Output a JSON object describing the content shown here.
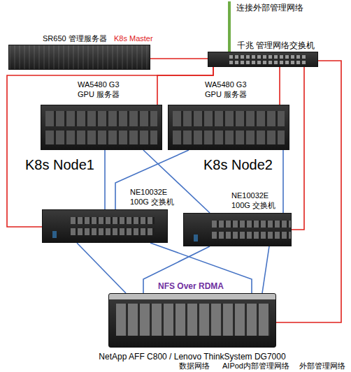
{
  "diagram": {
    "nodes": [
      {
        "text": [
          "SR650 管理服务器",
          "K8s Master"
        ]
      },
      {
        "text": [
          "千兆 管理网络交换机"
        ]
      },
      {
        "text": [
          "WA5480 G3 GPU 服务器",
          "K8s Node1"
        ]
      },
      {
        "text": [
          "WA5480 G3 GPU 服务器",
          "K8s Node2"
        ]
      },
      {
        "text": [
          "NE10032E 100G 交换机"
        ]
      },
      {
        "text": [
          "NE10032E 100G 交换机"
        ]
      },
      {
        "text": [
          "NFS Over RDMA",
          "NetApp AFF C800 / Lenovo ThinkSystem DG7000"
        ]
      }
    ],
    "edges": [
      {
        "from": 0,
        "to": 1,
        "arrow": "none"
      },
      {
        "from": 1,
        "to": 2,
        "arrow": "none"
      },
      {
        "from": 1,
        "to": 3,
        "arrow": "none"
      },
      {
        "from": 1,
        "to": 4,
        "arrow": "none"
      },
      {
        "from": 1,
        "to": 5,
        "arrow": "none"
      },
      {
        "from": 1,
        "to": 6,
        "arrow": "none"
      },
      {
        "from": 2,
        "to": 4,
        "arrow": "none"
      },
      {
        "from": 2,
        "to": 5,
        "arrow": "none"
      },
      {
        "from": 3,
        "to": 4,
        "arrow": "none"
      },
      {
        "from": 3,
        "to": 5,
        "arrow": "none"
      },
      {
        "from": 4,
        "to": 6,
        "arrow": "none"
      },
      {
        "from": 4,
        "to": 6,
        "arrow": "none"
      },
      {
        "from": 5,
        "to": 6,
        "arrow": "none"
      },
      {
        "from": 5,
        "to": 6,
        "arrow": "none"
      }
    ],
    "labels": [
      "连接外部管理网络",
      "数据网络",
      "AIPod内部管理网络",
      "外部管理网络"
    ]
  }
}
